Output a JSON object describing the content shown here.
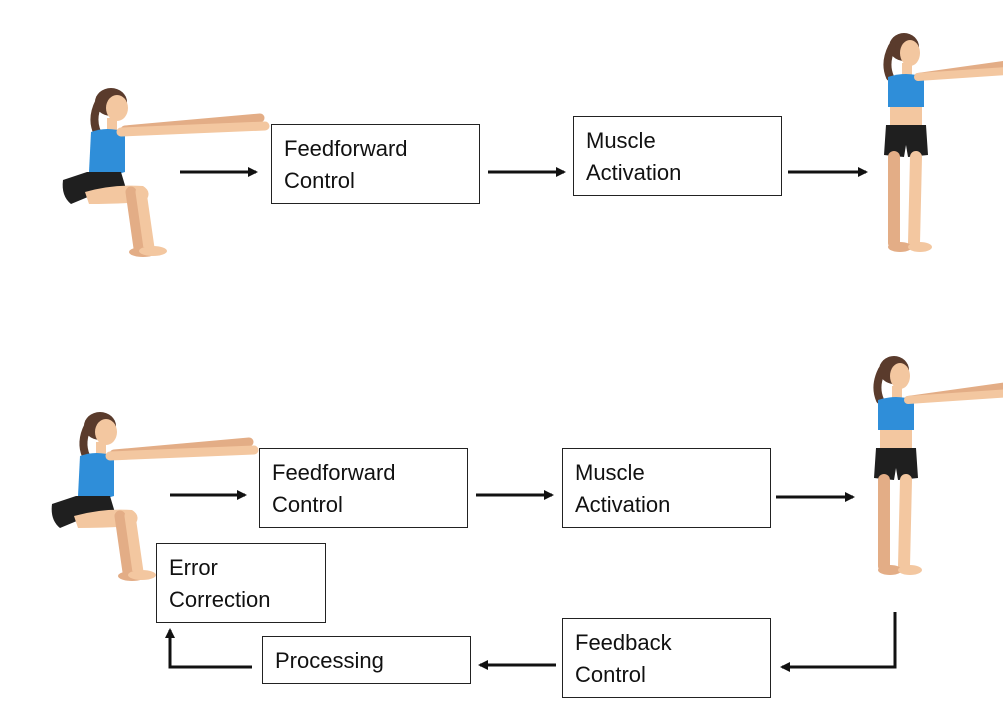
{
  "top_flow": {
    "feedforward_label": "Feedforward\nControl",
    "muscle_label": "Muscle\nActivation"
  },
  "bottom_flow": {
    "feedforward_label": "Feedforward\nControl",
    "muscle_label": "Muscle\nActivation",
    "error_label": "Error\nCorrection",
    "processing_label": "Processing",
    "feedback_label": "Feedback\nControl"
  },
  "colors": {
    "skin": "#f3c7a0",
    "skin_shadow": "#e3ad86",
    "top": "#2f8ed9",
    "shorts": "#1f1f1f",
    "hair": "#5a3b2c",
    "line": "#111111"
  },
  "figures": [
    "squat-pose",
    "standing-pose",
    "squat-pose",
    "standing-pose"
  ]
}
